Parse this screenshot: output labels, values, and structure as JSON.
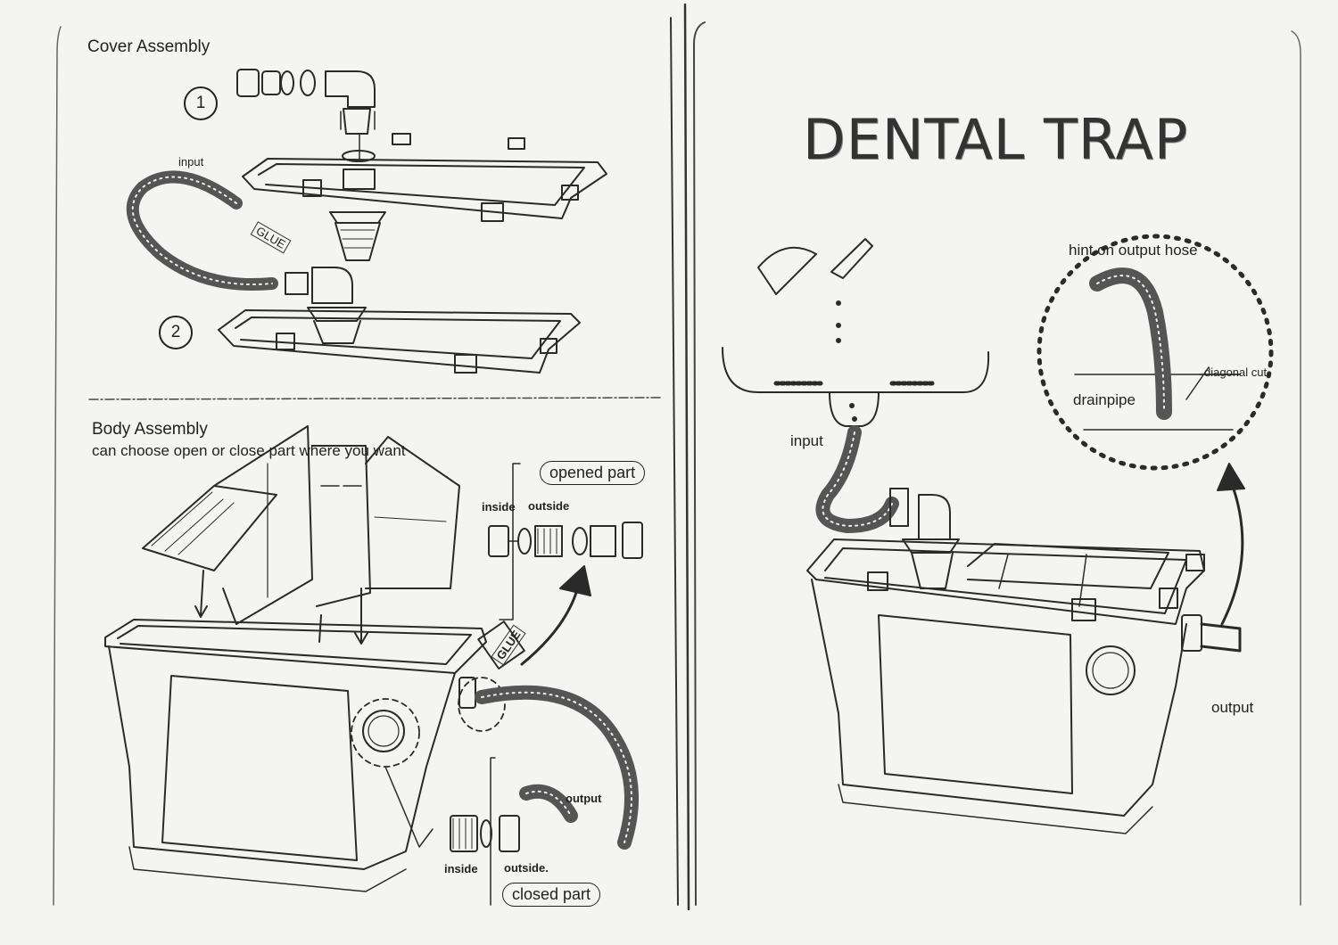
{
  "left_page": {
    "cover_section": {
      "title": "Cover Assembly",
      "input_label": "input",
      "glue_label": "GLUE",
      "step1": "1",
      "step2": "2"
    },
    "body_section": {
      "title": "Body Assembly",
      "subtitle": "can choose open or close part where you want",
      "opened_part_label": "opened part",
      "closed_part_label": "closed part",
      "inside_top": "inside",
      "outside_top": "outside",
      "inside_bottom": "inside",
      "outside_bottom": "outside.",
      "glue_label": "GLUE",
      "output_label": "output"
    }
  },
  "right_page": {
    "title": "DENTAL TRAP",
    "input_label": "input",
    "output_label": "output",
    "detail": {
      "title": "hint on output hose",
      "diagonal_cut": "diagonal cut",
      "drainpipe": "drainpipe"
    }
  }
}
